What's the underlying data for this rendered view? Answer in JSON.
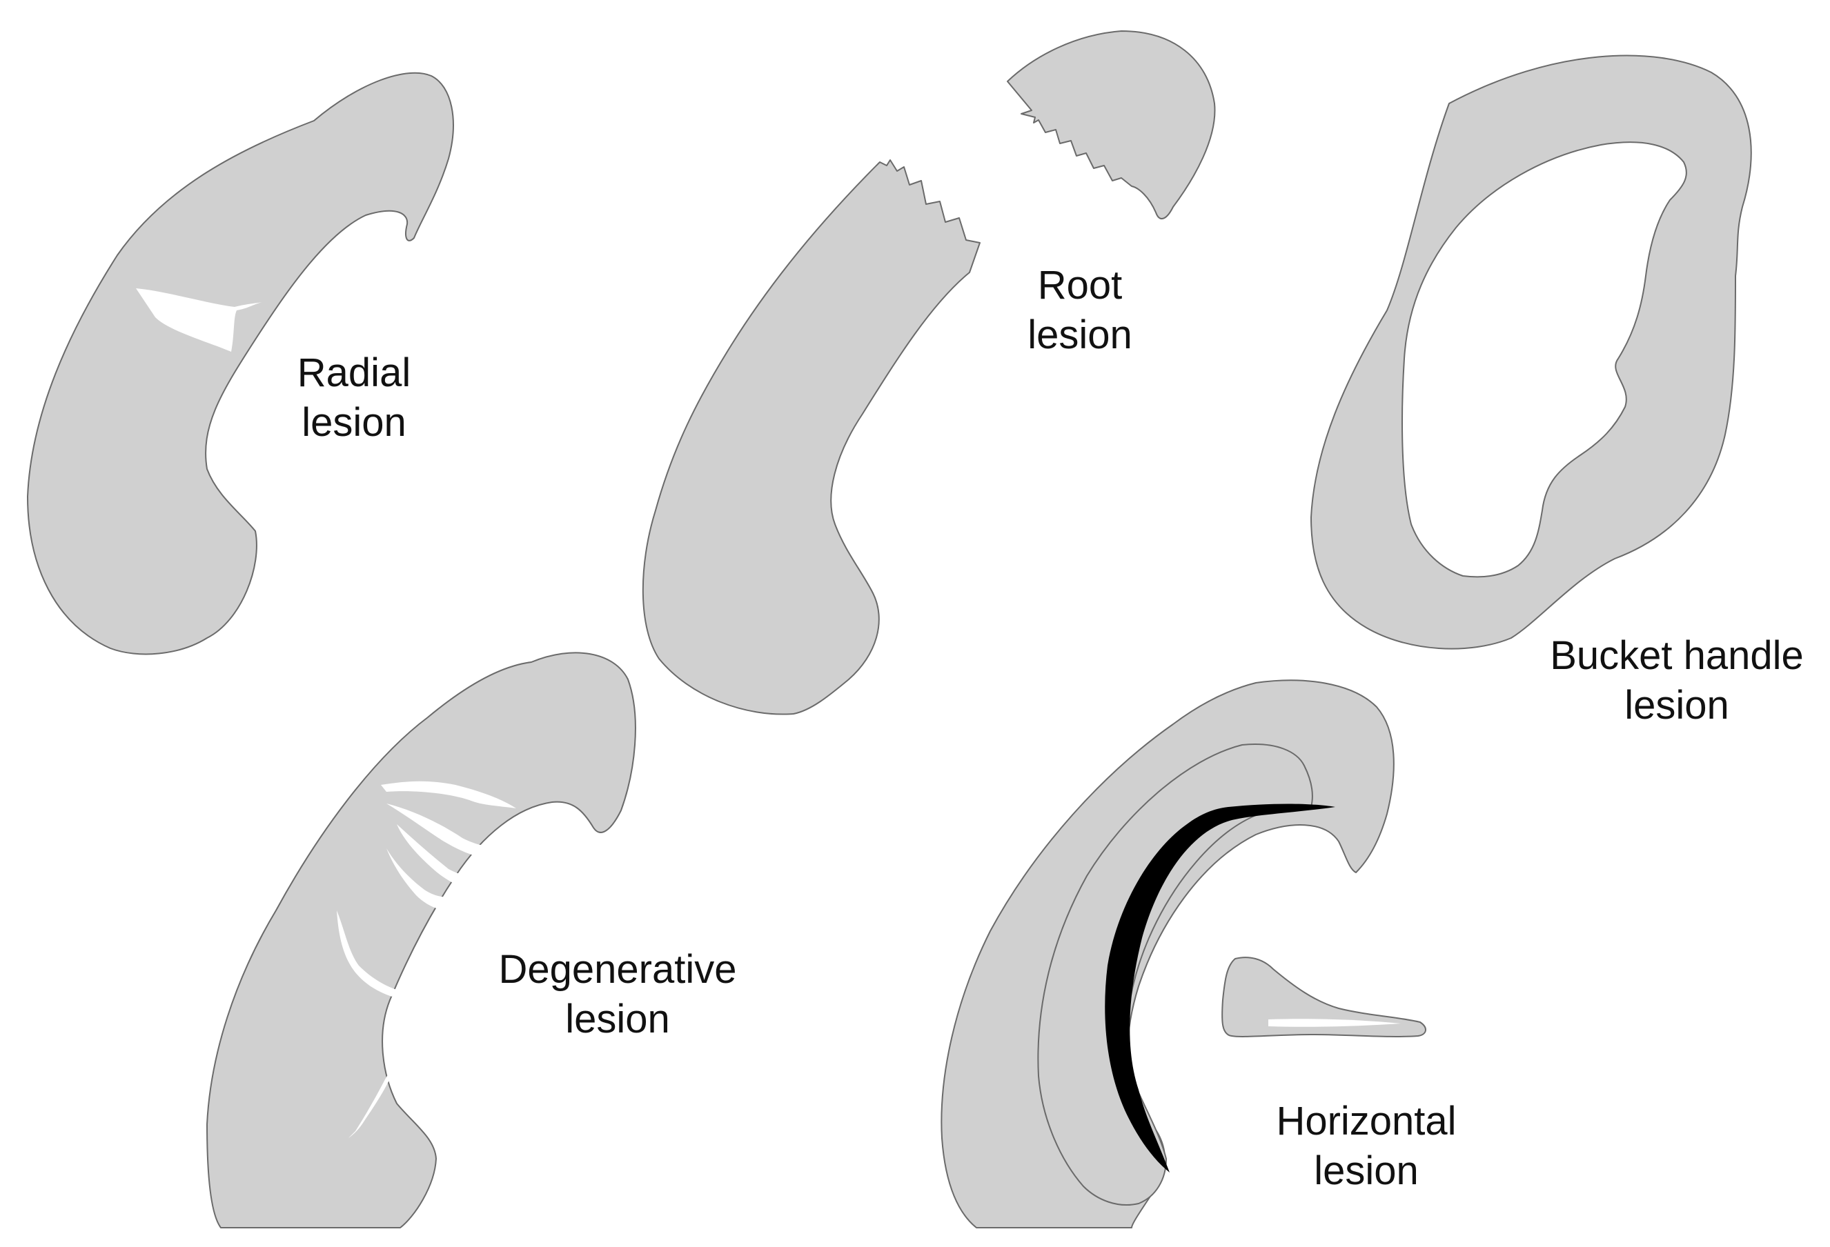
{
  "colors": {
    "meniscus_fill": "#d0d0d0",
    "meniscus_stroke": "#6a6a6a",
    "tear_gap": "#ffffff",
    "horizontal_tear": "#000000",
    "label_text": "#111111"
  },
  "panels": [
    {
      "id": "radial",
      "label_line1": "Radial",
      "label_line2": "lesion"
    },
    {
      "id": "root",
      "label_line1": "Root",
      "label_line2": "lesion"
    },
    {
      "id": "bucket_handle",
      "label_line1": "Bucket handle",
      "label_line2": "lesion"
    },
    {
      "id": "degenerative",
      "label_line1": "Degenerative",
      "label_line2": "lesion"
    },
    {
      "id": "horizontal",
      "label_line1": "Horizontal",
      "label_line2": "lesion"
    }
  ]
}
